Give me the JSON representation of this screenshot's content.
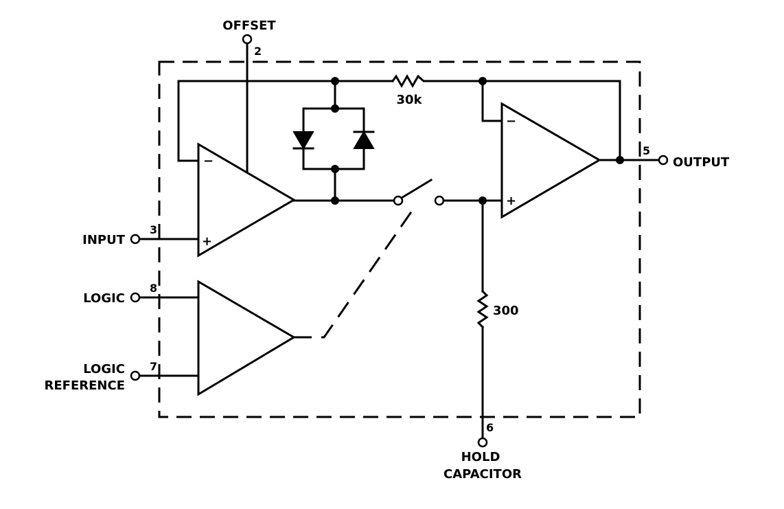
{
  "labels": {
    "offset": "OFFSET",
    "input": "INPUT",
    "logic": "LOGIC",
    "logic_reference_line1": "LOGIC",
    "logic_reference_line2": "REFERENCE",
    "output": "OUTPUT",
    "hold_capacitor_line1": "HOLD",
    "hold_capacitor_line2": "CAPACITOR"
  },
  "pins": {
    "offset": "2",
    "input": "3",
    "logic": "8",
    "logic_reference": "7",
    "output": "5",
    "hold_capacitor": "6"
  },
  "components": {
    "feedback_resistor": "30k",
    "series_resistor": "300"
  },
  "signs": {
    "minus": "−",
    "plus": "+"
  }
}
